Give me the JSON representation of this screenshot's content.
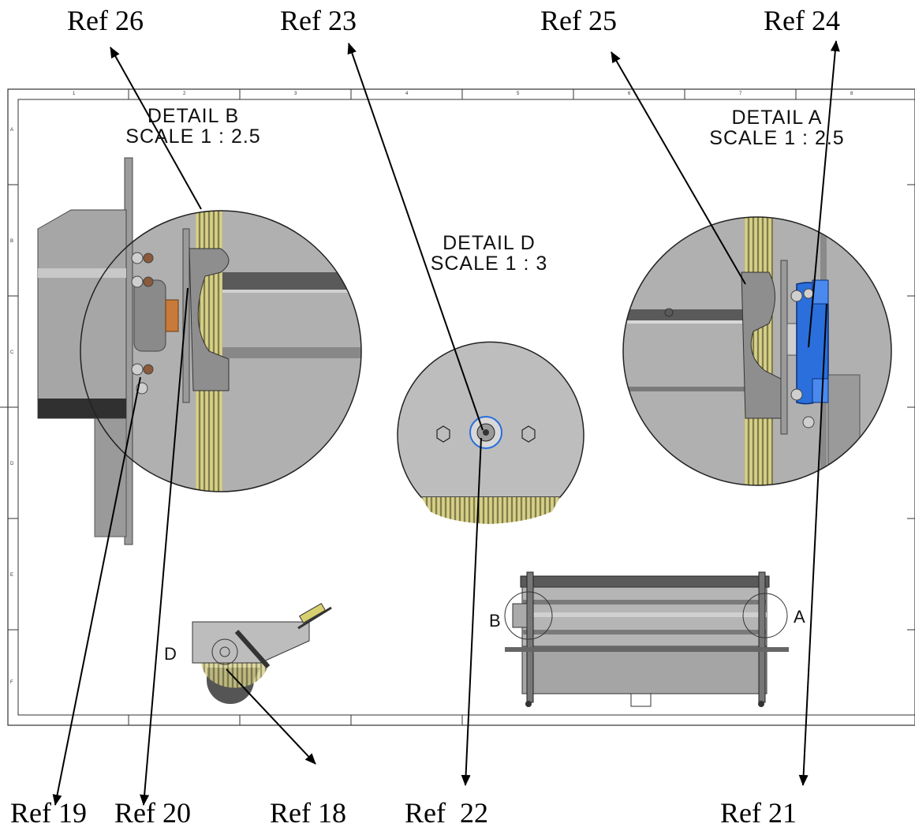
{
  "callouts": {
    "ref26": "Ref 26",
    "ref23": "Ref 23",
    "ref25": "Ref 25",
    "ref24": "Ref 24",
    "ref19": "Ref 19",
    "ref20": "Ref 20",
    "ref18": "Ref 18",
    "ref22": "Ref  22",
    "ref21": "Ref 21"
  },
  "details": {
    "b": {
      "title": "DETAIL B",
      "scale": "SCALE 1 : 2.5"
    },
    "a": {
      "title": "DETAIL A",
      "scale": "SCALE 1 : 2.5"
    },
    "d": {
      "title": "DETAIL D",
      "scale": "SCALE 1 : 3"
    }
  },
  "view_letters": {
    "b": "B",
    "a": "A",
    "d": "D"
  },
  "border_ticks": {
    "columns": [
      "1",
      "2",
      "3",
      "4",
      "5",
      "6",
      "7",
      "8"
    ],
    "rows": [
      "A",
      "B",
      "C",
      "D",
      "E",
      "F"
    ]
  },
  "colors": {
    "steel": "#a8a8a8",
    "steel_dark": "#6e6e6e",
    "bristle": "#d8d070",
    "bearing_blue": "#2a6fdc",
    "bushing_orange": "#c87a3a"
  }
}
